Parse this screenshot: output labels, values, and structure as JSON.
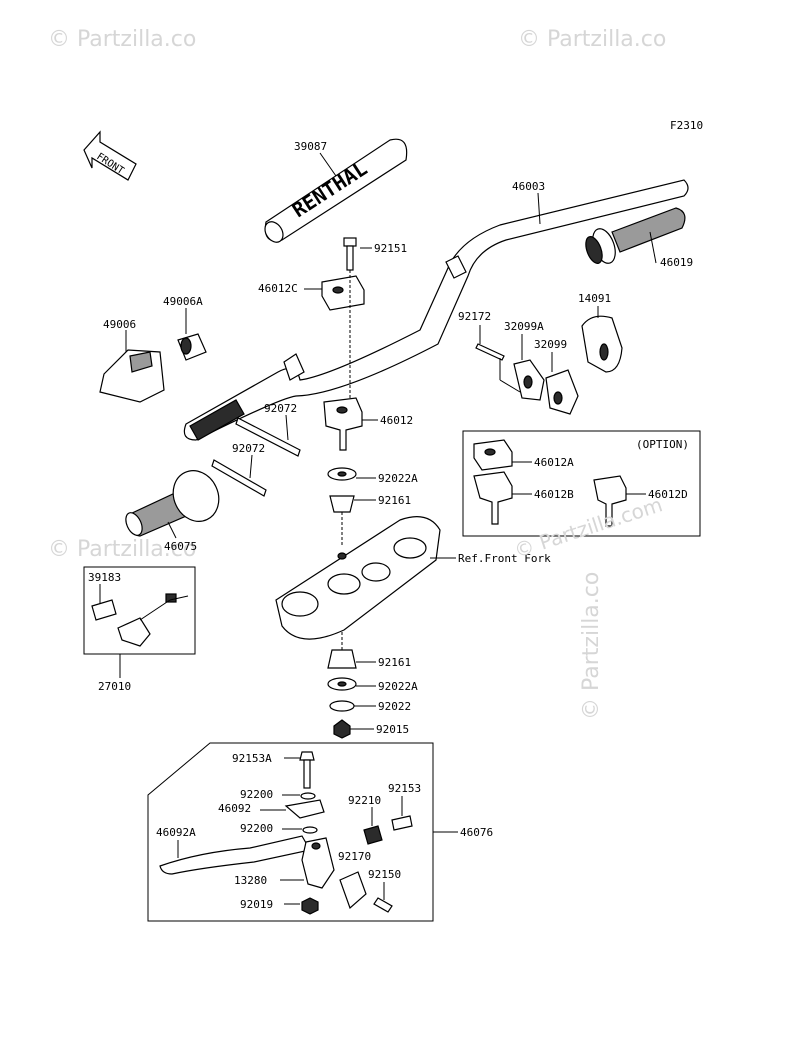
{
  "figure_code": "F2310",
  "front_label": "FRONT",
  "bar_pad_text": "RENTHAL",
  "watermark": "© Partzilla.com",
  "watermark_small": "© Partzilla.co",
  "ref_front_fork": "Ref.Front Fork",
  "option_label": "(OPTION)",
  "parts": {
    "p39087": "39087",
    "p46003": "46003",
    "p46019": "46019",
    "p92151": "92151",
    "p46012C": "46012C",
    "p49006A": "49006A",
    "p49006": "49006",
    "p14091": "14091",
    "p92172": "92172",
    "p32099A": "32099A",
    "p32099": "32099",
    "p92072a": "92072",
    "p92072b": "92072",
    "p46012": "46012",
    "p92022A_top": "92022A",
    "p92161_top": "92161",
    "p46075": "46075",
    "p46012A": "46012A",
    "p46012B": "46012B",
    "p46012D": "46012D",
    "p39183": "39183",
    "p27010": "27010",
    "p92161_bot": "92161",
    "p92022A_bot": "92022A",
    "p92022": "92022",
    "p92015": "92015",
    "p92153A": "92153A",
    "p92200a": "92200",
    "p46092": "46092",
    "p92210": "92210",
    "p92153": "92153",
    "p92200b": "92200",
    "p46076": "46076",
    "p46092A": "46092A",
    "p92170": "92170",
    "p13280": "13280",
    "p92150": "92150",
    "p92019": "92019"
  }
}
